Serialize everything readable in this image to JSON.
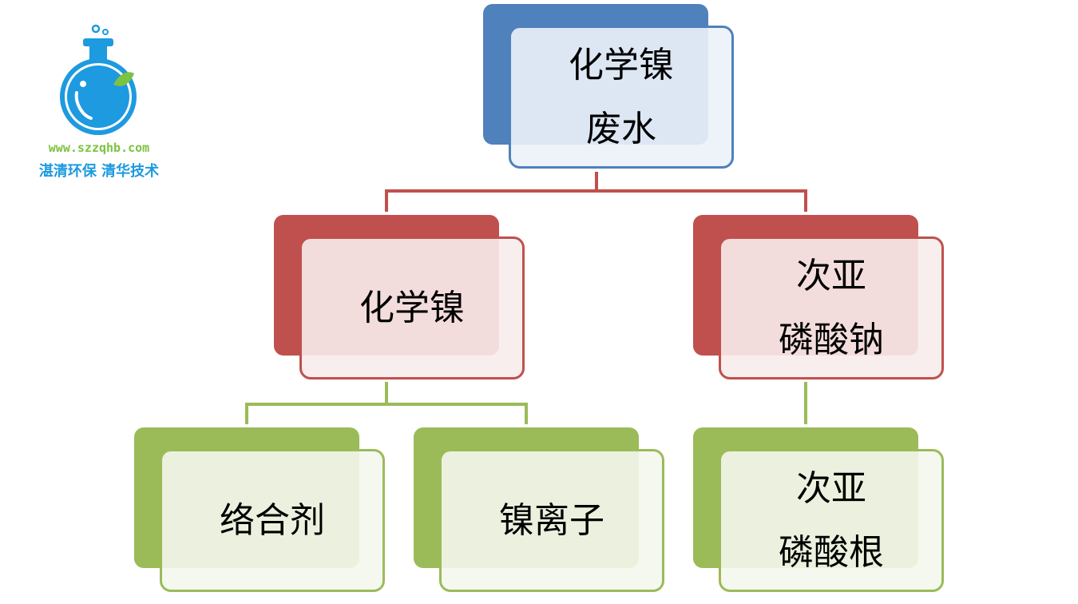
{
  "logo": {
    "url": "www.szzqhb.com",
    "slogan": "湛清环保 清华技术"
  },
  "colors": {
    "blue": "#4f81bd",
    "red": "#c0504d",
    "green": "#9bbb59"
  },
  "diagram": {
    "root": {
      "label": "化学镍\n废水"
    },
    "level2": [
      {
        "label": "化学镍"
      },
      {
        "label": "次亚\n磷酸钠"
      }
    ],
    "level3": [
      {
        "label": "络合剂"
      },
      {
        "label": "镍离子"
      },
      {
        "label": "次亚\n磷酸根"
      }
    ]
  }
}
